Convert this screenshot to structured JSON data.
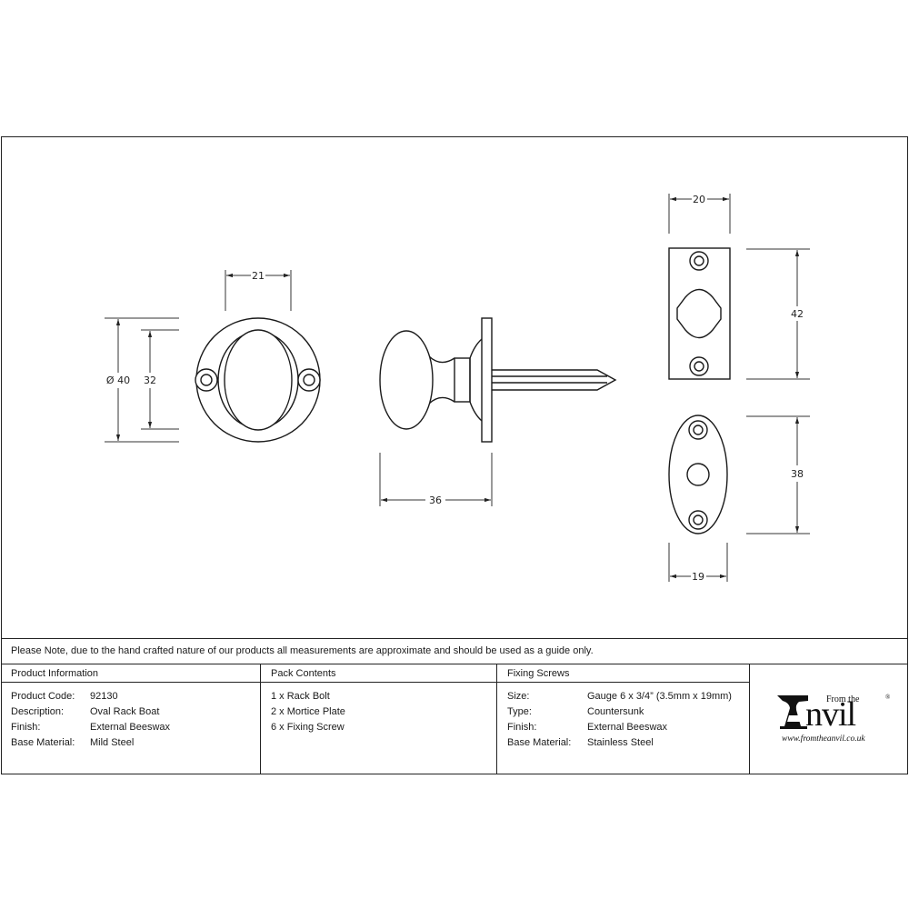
{
  "drawing": {
    "escutcheon": {
      "dims": {
        "diameter": "Ø 40",
        "inner_height": "32",
        "oval_width": "21"
      }
    },
    "knob_side": {
      "dims": {
        "length": "36"
      }
    },
    "keep_plate": {
      "dims": {
        "width": "20",
        "height": "42"
      }
    },
    "oval_plate": {
      "dims": {
        "width": "19",
        "height": "38"
      }
    },
    "line_color": "#1a1a1a",
    "dim_color": "#333333"
  },
  "note": "Please Note, due to the hand crafted nature of our products all measurements are approximate and should be used as a guide only.",
  "product_information": {
    "title": "Product Information",
    "rows": [
      {
        "label": "Product Code:",
        "value": "92130"
      },
      {
        "label": "Description:",
        "value": "Oval Rack Boat"
      },
      {
        "label": "Finish:",
        "value": "External Beeswax"
      },
      {
        "label": "Base Material:",
        "value": "Mild Steel"
      }
    ]
  },
  "pack_contents": {
    "title": "Pack Contents",
    "items": [
      "1 x Rack Bolt",
      "2 x Mortice Plate",
      "6 x Fixing Screw"
    ]
  },
  "fixing_screws": {
    "title": "Fixing Screws",
    "rows": [
      {
        "label": "Size:",
        "value": "Gauge 6 x 3/4” (3.5mm x 19mm)"
      },
      {
        "label": "Type:",
        "value": "Countersunk"
      },
      {
        "label": "Finish:",
        "value": "External Beeswax"
      },
      {
        "label": "Base Material:",
        "value": "Stainless Steel"
      }
    ]
  },
  "logo": {
    "from_the": "From the",
    "brand_rest": "nvil",
    "registered": "®",
    "url": "www.fromtheanvil.co.uk"
  }
}
